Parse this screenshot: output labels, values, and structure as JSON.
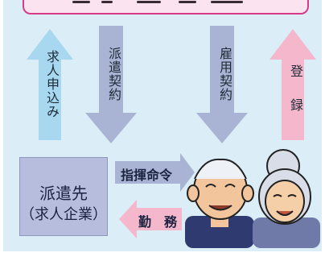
{
  "arrows": {
    "job_application": "求人申込み",
    "dispatch_contract": "派遣契約",
    "employment_contract": "雇用契約",
    "registration_1": "登",
    "registration_2": "録",
    "instruction": "指揮命令",
    "work": "勤　務"
  },
  "client": {
    "name": "派遣先",
    "subtitle": "（求人企業）"
  },
  "colors": {
    "background": "#dbedf7",
    "blue_arrow": "#a8d8f0",
    "gray_arrow": "#a9b4d4",
    "pink_arrow": "#f5b7cc",
    "client_box": "#b7bedd",
    "accent_border": "#d63b8a"
  }
}
